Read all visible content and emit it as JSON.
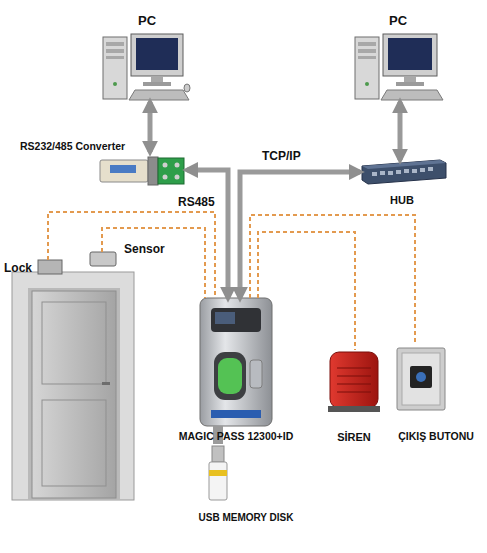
{
  "diagram": {
    "nodes": [
      {
        "text": [
          "PC"
        ]
      },
      {
        "text": [
          "PC"
        ]
      },
      {
        "text": [
          "RS232/485 Converter"
        ]
      },
      {
        "text": [
          "HUB"
        ]
      },
      {
        "text": [
          "Lock"
        ]
      },
      {
        "text": [
          "Sensor"
        ]
      },
      {
        "text": [
          "MAGIC PASS 12300+ID"
        ]
      },
      {
        "text": [
          "SİREN"
        ]
      },
      {
        "text": [
          "ÇIKIŞ BUTONU"
        ]
      },
      {
        "text": [
          "USB MEMORY DISK"
        ]
      }
    ],
    "edges": [
      {
        "from": 0,
        "to": 2,
        "arrow": "both"
      },
      {
        "from": 1,
        "to": 3,
        "arrow": "both"
      },
      {
        "from": 2,
        "to": 6,
        "label": "RS485",
        "arrow": "both"
      },
      {
        "from": 3,
        "to": 6,
        "label": "TCP/IP",
        "arrow": "both"
      },
      {
        "from": 4,
        "to": 6,
        "arrow": "none"
      },
      {
        "from": 5,
        "to": 6,
        "arrow": "none"
      },
      {
        "from": 6,
        "to": 7,
        "arrow": "none"
      },
      {
        "from": 6,
        "to": 8,
        "arrow": "none"
      }
    ]
  }
}
